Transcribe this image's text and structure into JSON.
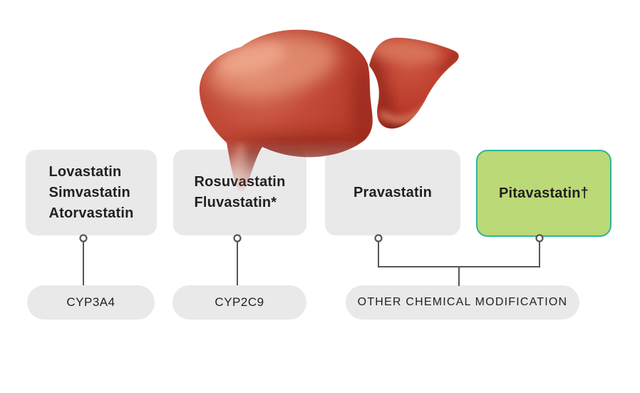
{
  "diagram": {
    "name": "statin-metabolism-pathways",
    "illustration": "liver",
    "drug_boxes": [
      {
        "style": "gray",
        "lines": [
          "Lovastatin",
          "Simvastatin",
          "Atorvastatin"
        ]
      },
      {
        "style": "gray",
        "lines": [
          "Rosuvastatin",
          "Fluvastatin*"
        ]
      },
      {
        "style": "gray",
        "lines": [
          "Pravastatin"
        ]
      },
      {
        "style": "green",
        "lines": [
          "Pitavastatin†"
        ]
      }
    ],
    "metabolism_labels": [
      {
        "label": "CYP3A4"
      },
      {
        "label": "CYP2C9"
      },
      {
        "label": "OTHER CHEMICAL MODIFICATION"
      }
    ],
    "colors": {
      "background": "#ffffff",
      "box_gray": "#e9e9e9",
      "green_fill": "#bbd976",
      "green_border": "#2db69b",
      "connector_gray": "#55565a",
      "text_dark": "#231f20",
      "liver_red": "#b73c2c"
    }
  }
}
